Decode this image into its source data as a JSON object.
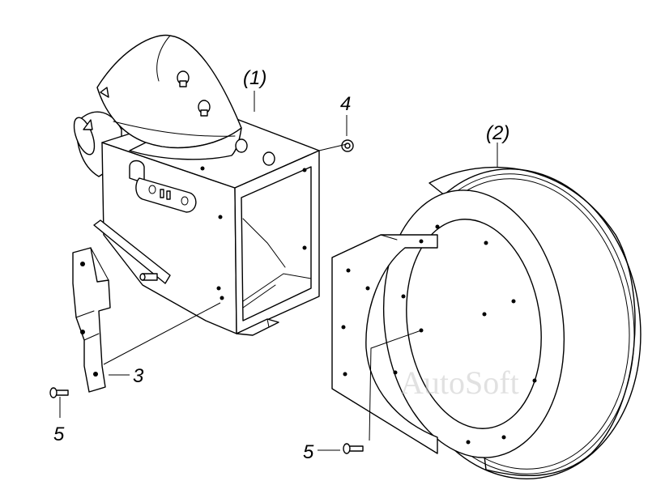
{
  "callouts": {
    "part1": "(1)",
    "part2": "(2)",
    "part3": "3",
    "part4": "4",
    "part5a": "5",
    "part5b": "5"
  },
  "watermark": "AutoSoft",
  "colors": {
    "line": "#000000",
    "background": "#ffffff",
    "watermark": "#c9c9c9"
  }
}
